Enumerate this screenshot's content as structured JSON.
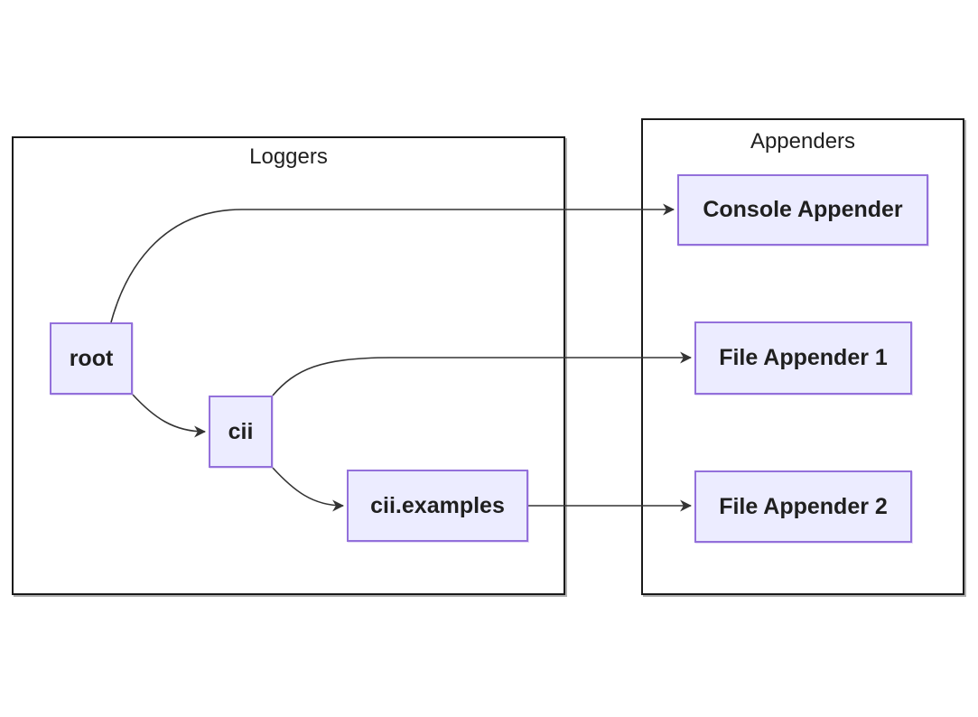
{
  "diagram": {
    "type": "flowchart",
    "containers": [
      {
        "id": "loggers",
        "title": "Loggers"
      },
      {
        "id": "appenders",
        "title": "Appenders"
      }
    ],
    "nodes": [
      {
        "id": "root",
        "label": "root",
        "container": "loggers"
      },
      {
        "id": "cii",
        "label": "cii",
        "container": "loggers"
      },
      {
        "id": "cii_examples",
        "label": "cii.examples",
        "container": "loggers"
      },
      {
        "id": "console_appender",
        "label": "Console Appender",
        "container": "appenders"
      },
      {
        "id": "file_appender_1",
        "label": "File Appender 1",
        "container": "appenders"
      },
      {
        "id": "file_appender_2",
        "label": "File Appender 2",
        "container": "appenders"
      }
    ],
    "edges": [
      {
        "from": "root",
        "to": "console_appender"
      },
      {
        "from": "root",
        "to": "cii"
      },
      {
        "from": "cii",
        "to": "file_appender_1"
      },
      {
        "from": "cii",
        "to": "cii_examples"
      },
      {
        "from": "cii_examples",
        "to": "file_appender_2"
      }
    ],
    "colors": {
      "node_fill": "#ECECFF",
      "node_border": "#9370DB",
      "container_border": "#1a1a1a",
      "edge": "#333333",
      "text": "#1f1f1f",
      "bg": "#ffffff"
    }
  }
}
